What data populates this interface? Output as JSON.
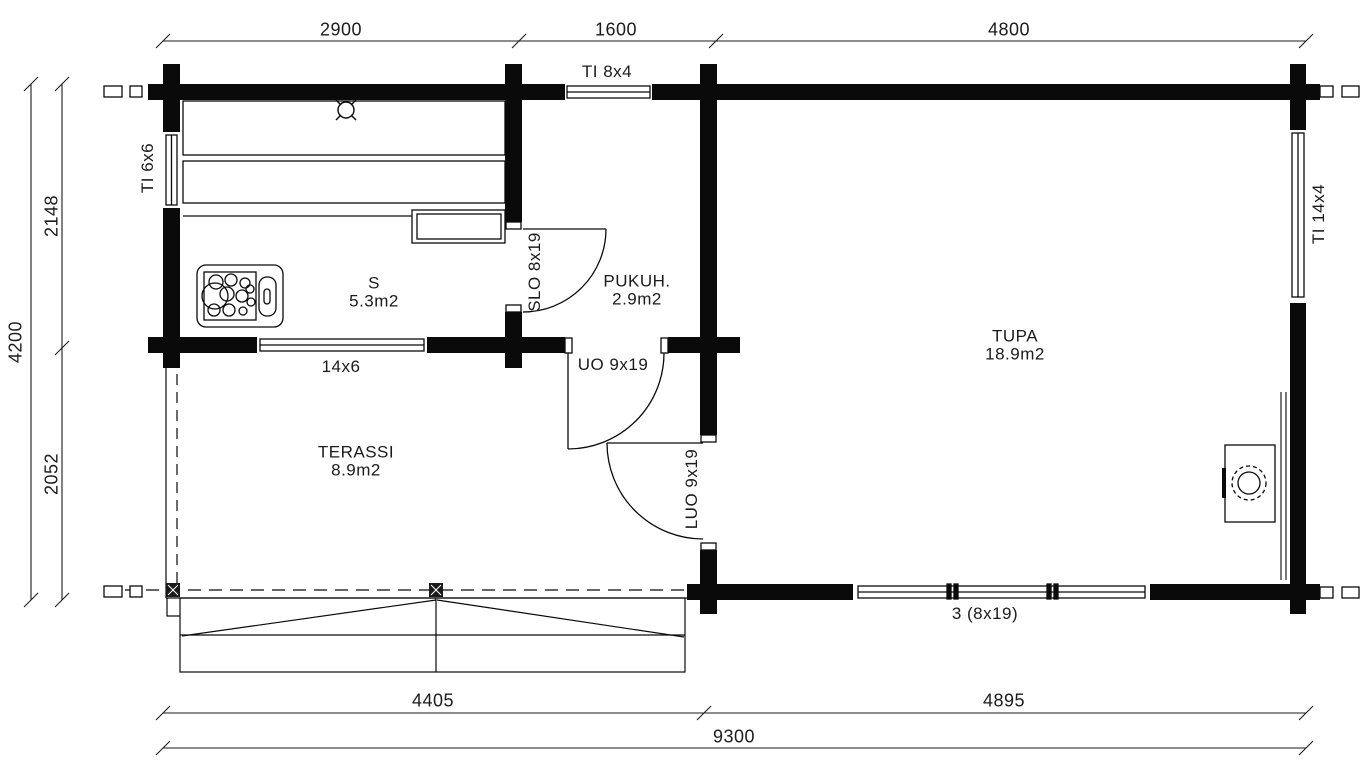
{
  "dims": {
    "top_1": "2900",
    "top_2": "1600",
    "top_3": "4800",
    "left_upper": "2148",
    "left_total": "4200",
    "left_lower": "2052",
    "bottom_left": "4405",
    "bottom_right": "4895",
    "bottom_total": "9300"
  },
  "openings": {
    "top_window": "TI 8x4",
    "left_window": "TI 6x6",
    "sauna_window": "14x6",
    "right_window": "TI 14x4",
    "tupa_windows": "3 (8x19)",
    "sauna_door": "SLO 8x19",
    "front_door": "UO 9x19",
    "terrace_door": "LUO 9x19"
  },
  "rooms": {
    "sauna": {
      "name": "S",
      "area": "5.3m2"
    },
    "dressing": {
      "name": "PUKUH.",
      "area": "2.9m2"
    },
    "living": {
      "name": "TUPA",
      "area": "18.9m2"
    },
    "terrace": {
      "name": "TERASSI",
      "area": "8.9m2"
    }
  },
  "colors": {
    "ink": "#0a0a0a",
    "paper": "#ffffff"
  }
}
